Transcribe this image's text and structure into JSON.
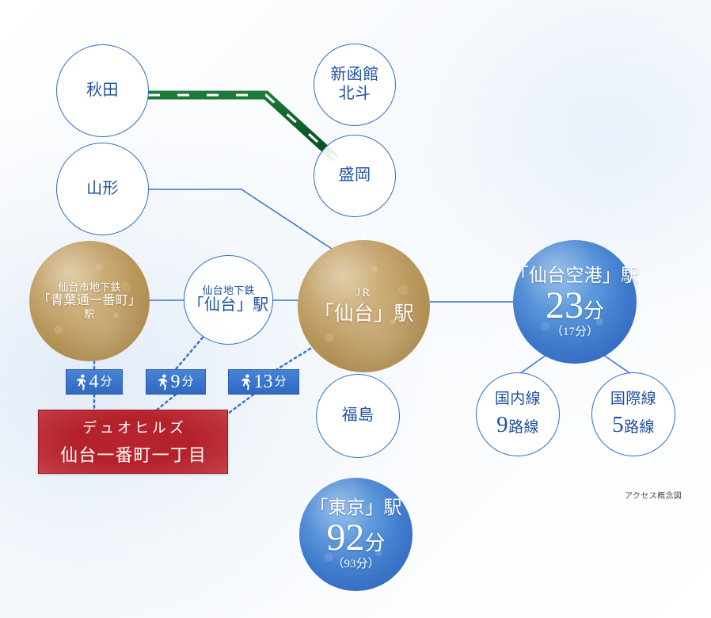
{
  "caption": "アクセス概念図",
  "colors": {
    "rail_green": "#11662f",
    "line_blue": "#3a74c2",
    "badge_blue": "#3a75cb",
    "property_red": "#b5212b",
    "gold": "#c2a066",
    "sphere_blue": "#4d8cd6",
    "text_blue": "#20509e"
  },
  "nodes": {
    "akita": {
      "label": "秋田",
      "style": "plain"
    },
    "yamagata": {
      "label": "山形",
      "style": "plain"
    },
    "shinhakodate": {
      "line1": "新函館",
      "line2": "北斗",
      "style": "plain"
    },
    "morioka": {
      "label": "盛岡",
      "style": "plain"
    },
    "aobadori": {
      "line1": "仙台市地下鉄",
      "line2": "「青葉通一番町」",
      "line3": "駅",
      "style": "gold"
    },
    "subway_sendai": {
      "line1": "仙台地下鉄",
      "line2": "「仙台」駅",
      "style": "plain"
    },
    "jr_sendai": {
      "line1": "JR",
      "line2": "「仙台」駅",
      "style": "gold"
    },
    "fukushima": {
      "label": "福島",
      "style": "plain"
    },
    "airport": {
      "line1": "「仙台空港」駅",
      "minutes": "23",
      "unit": "分",
      "paren": "（17分）",
      "style": "blue"
    },
    "domestic": {
      "line1": "国内線",
      "count": "9",
      "unit": "路線",
      "style": "plain"
    },
    "international": {
      "line1": "国際線",
      "count": "5",
      "unit": "路線",
      "style": "plain"
    },
    "tokyo": {
      "line1": "「東京」駅",
      "minutes": "92",
      "unit": "分",
      "paren": "（93分）",
      "style": "blue"
    }
  },
  "walk_badges": [
    {
      "minutes": "4",
      "unit": "分",
      "icon": "walking-person-icon"
    },
    {
      "minutes": "9",
      "unit": "分",
      "icon": "walking-person-icon"
    },
    {
      "minutes": "13",
      "unit": "分",
      "icon": "walking-person-icon"
    }
  ],
  "property": {
    "line1": "デュオヒルズ",
    "line2": "仙台一番町一丁目"
  }
}
